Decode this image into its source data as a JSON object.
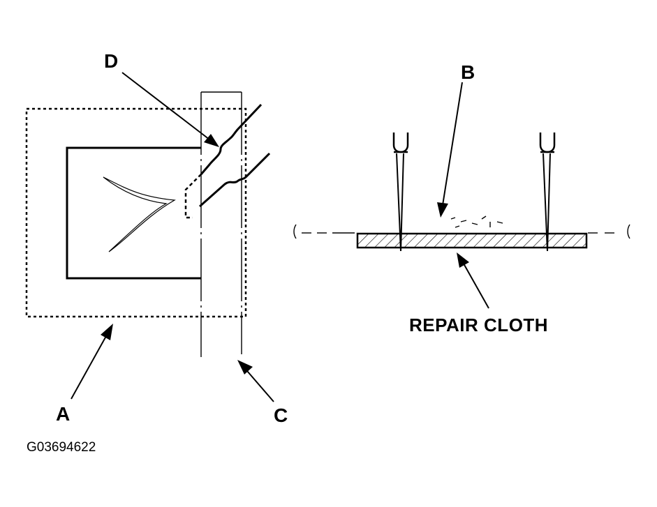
{
  "labels": {
    "a": "A",
    "b": "B",
    "c": "C",
    "d": "D",
    "repair_cloth": "REPAIR CLOTH"
  },
  "figure_code": "G03694622",
  "colors": {
    "ink": "#000000",
    "paper": "#ffffff"
  }
}
